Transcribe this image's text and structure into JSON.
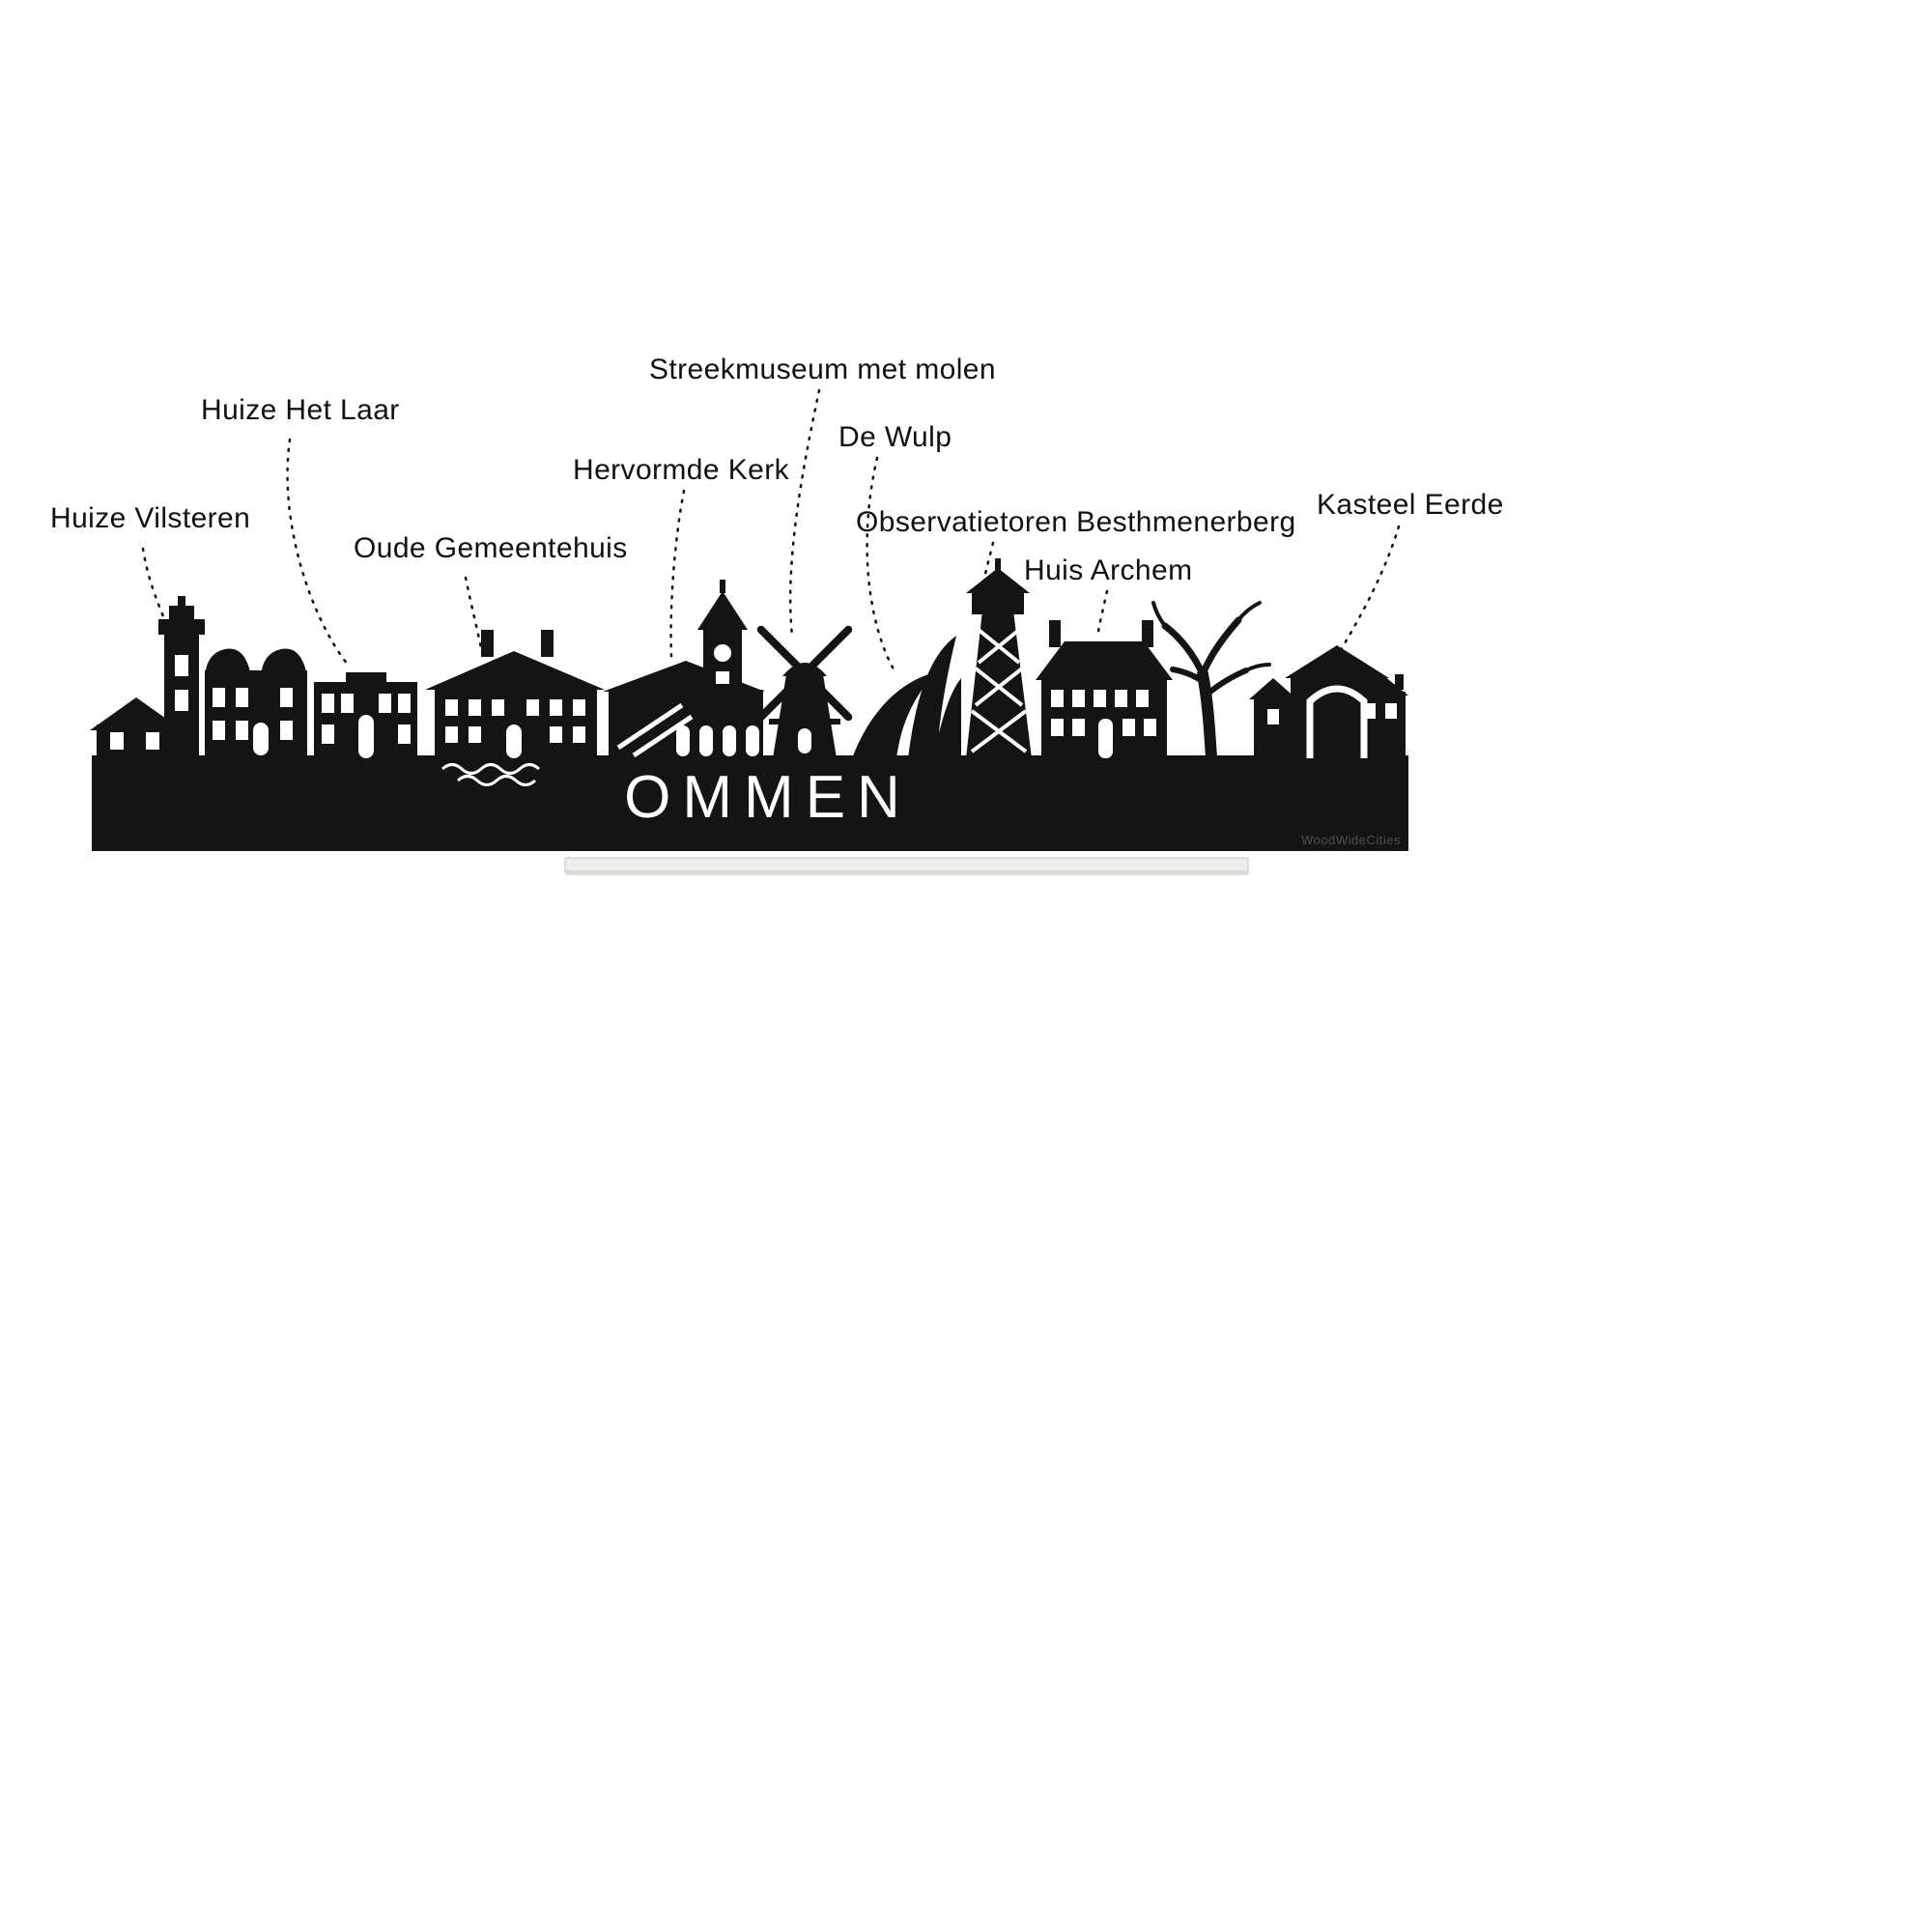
{
  "scene": {
    "city_name": "OMMEN",
    "watermark": "WoodWideCities",
    "labels": {
      "huize_vilsteren": "Huize Vilsteren",
      "huize_het_laar": "Huize Het Laar",
      "oude_gemeentehuis": "Oude Gemeentehuis",
      "hervormde_kerk": "Hervormde Kerk",
      "streekmuseum": "Streekmuseum met molen",
      "de_wulp": "De Wulp",
      "observatietoren": "Observatietoren Besthmenerberg",
      "huis_archem": "Huis Archem",
      "kasteel_eerde": "Kasteel Eerde"
    },
    "colors": {
      "silhouette": "#141414",
      "background": "#ffffff",
      "stand": "#efedeb",
      "label_text": "#111111"
    }
  }
}
